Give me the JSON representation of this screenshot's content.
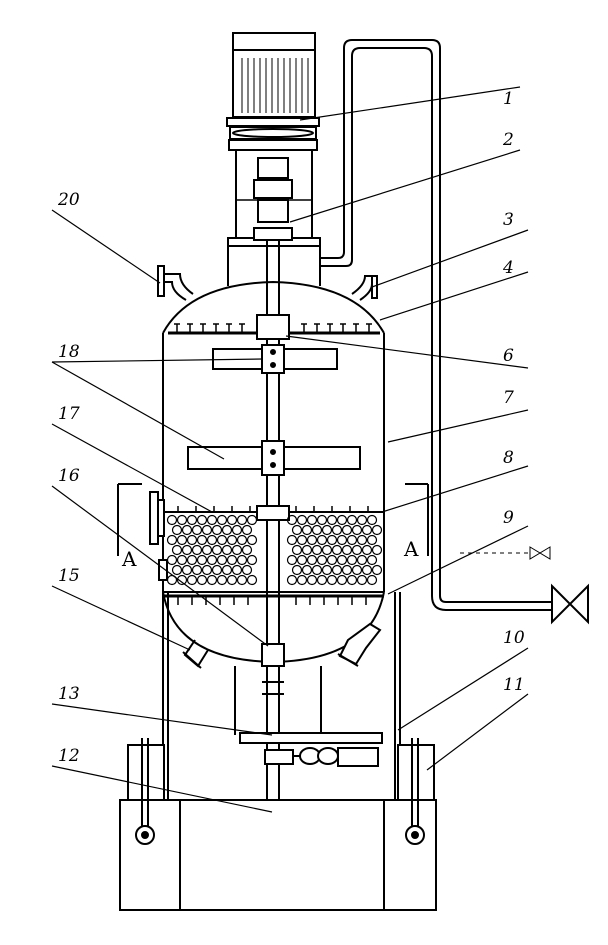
{
  "diagram": {
    "part_labels": [
      "1",
      "2",
      "3",
      "4",
      "6",
      "7",
      "8",
      "9",
      "10",
      "11",
      "12",
      "13",
      "15",
      "16",
      "17",
      "18",
      "20"
    ],
    "section_marks": [
      "A",
      "A"
    ],
    "colors": {
      "ink": "#000000",
      "paper": "#ffffff"
    }
  }
}
